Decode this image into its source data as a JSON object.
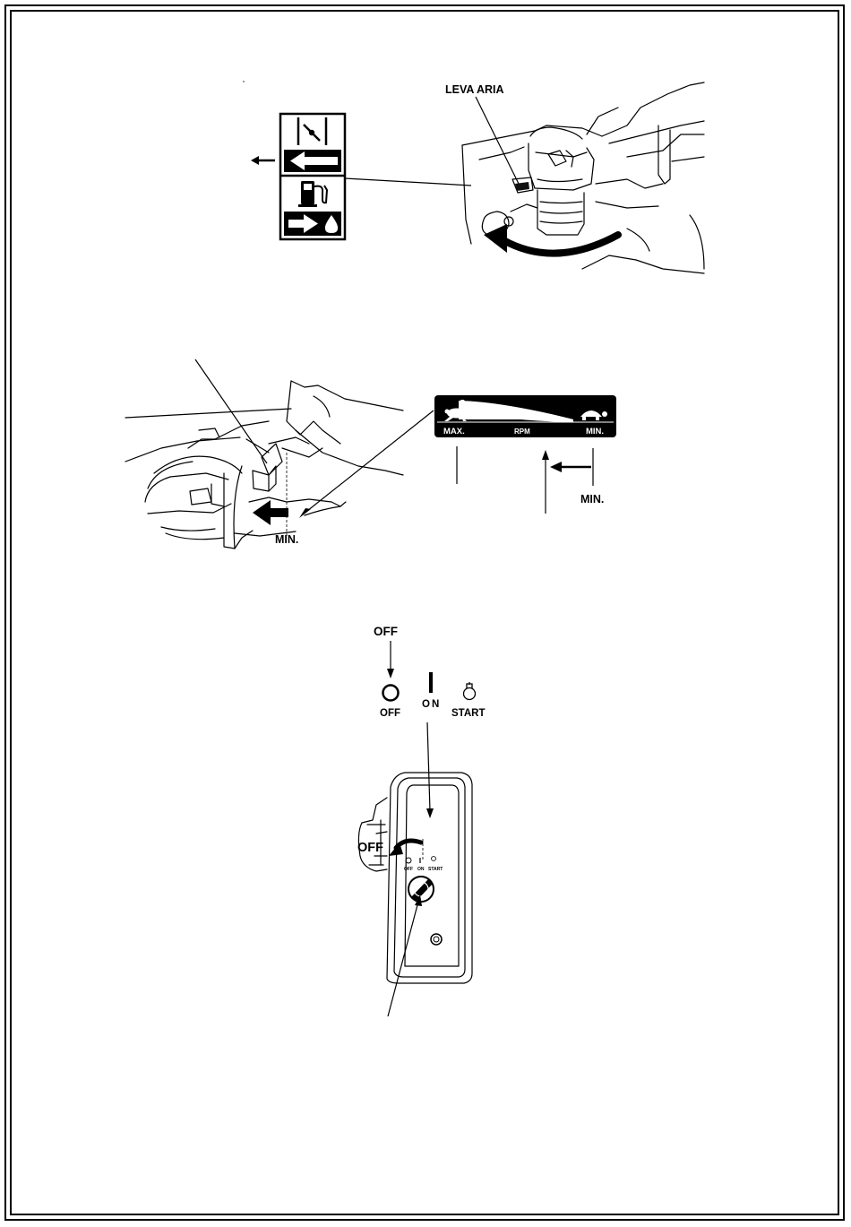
{
  "fig1": {
    "callout": "LEVA ARIA"
  },
  "fig2": {
    "decal_max": "MAX.",
    "decal_rpm": "RPM",
    "decal_min": "MIN.",
    "label_min_right": "MIN.",
    "label_min_left": "MIN."
  },
  "fig3": {
    "label_off_top": "OFF",
    "sym_off": "OFF",
    "sym_on": "ON",
    "sym_start": "START",
    "label_off_side": "OFF"
  },
  "icons": {
    "choke": "choke-icon",
    "fuel": "fuel-pump-icon",
    "rabbit": "rabbit-icon",
    "turtle": "turtle-icon",
    "key": "key-icon"
  }
}
